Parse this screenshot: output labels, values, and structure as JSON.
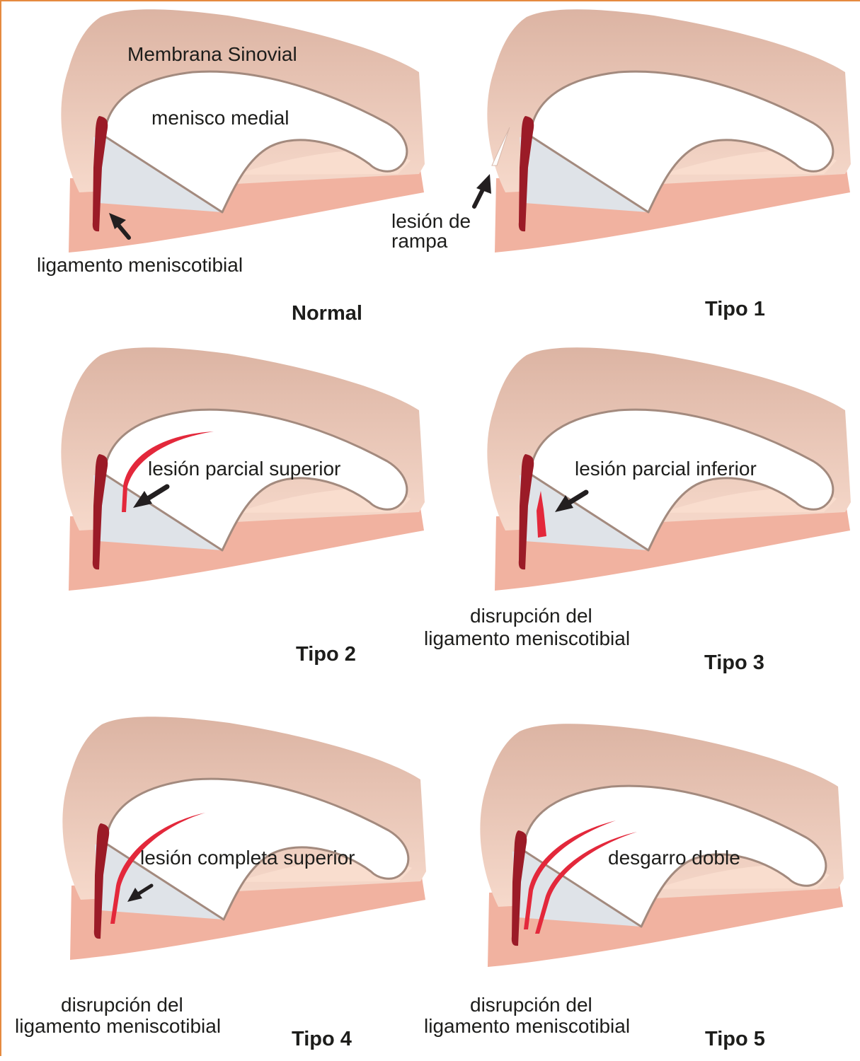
{
  "colors": {
    "frame": "#e58a3f",
    "synovium_light": "#f6d9cb",
    "synovium_dark": "#dcb4a3",
    "tibia": "#f1b2a0",
    "cartilage": "#f9ddce",
    "meniscus": "#ffffff",
    "meniscus_outline": "#a38a7e",
    "ligament_region": "#dfe3e8",
    "ligament": "#9b1b27",
    "tear": "#e3283b",
    "arrow": "#231f20"
  },
  "panels": {
    "normal": {
      "title": "Normal",
      "label_synovium": "Membrana Sinovial",
      "label_meniscus": "menisco medial",
      "label_ligament": "ligamento meniscotibial",
      "icons": [
        "pointer-arrow-icon"
      ]
    },
    "tipo1": {
      "title": "Tipo 1",
      "label_lesion_line1": "lesión de",
      "label_lesion_line2": "rampa",
      "icons": [
        "pointer-arrow-icon"
      ]
    },
    "tipo2": {
      "title": "Tipo 2",
      "label_lesion": "lesión parcial superior",
      "icons": [
        "pointer-arrow-icon"
      ]
    },
    "tipo3": {
      "title": "Tipo 3",
      "label_lesion": "lesión parcial inferior",
      "label_disruption_line1": "disrupción del",
      "label_disruption_line2": "ligamento meniscotibial",
      "icons": [
        "pointer-arrow-icon"
      ]
    },
    "tipo4": {
      "title": "Tipo 4",
      "label_lesion": "lesión completa superior",
      "label_disruption_line1": "disrupción del",
      "label_disruption_line2": "ligamento meniscotibial",
      "icons": [
        "pointer-arrow-icon"
      ]
    },
    "tipo5": {
      "title": "Tipo 5",
      "label_lesion": "desgarro doble",
      "label_disruption_line1": "disrupción del",
      "label_disruption_line2": "ligamento meniscotibial"
    }
  }
}
